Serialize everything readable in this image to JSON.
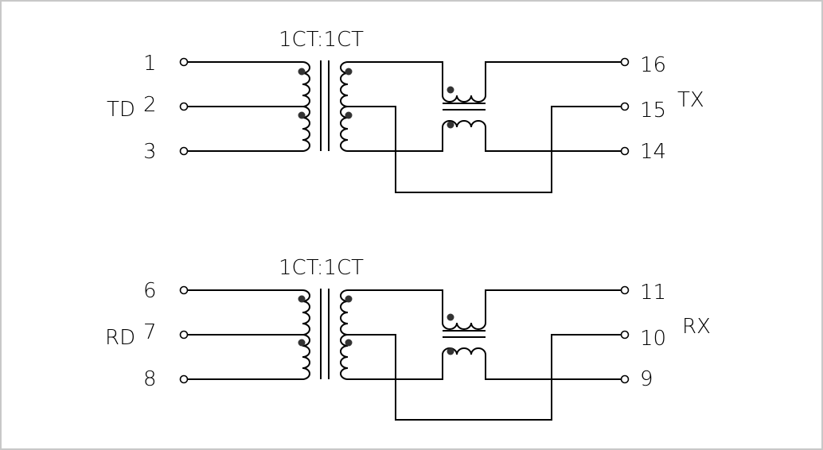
{
  "diagram": {
    "tx": {
      "ratio_label": "1CT:1CT",
      "pins_left": [
        "1",
        "2",
        "3"
      ],
      "pins_right": [
        "16",
        "15",
        "14"
      ],
      "group_left": "TD",
      "group_right": "TX"
    },
    "rx": {
      "ratio_label": "1CT:1CT",
      "pins_left": [
        "6",
        "7",
        "8"
      ],
      "pins_right": [
        "11",
        "10",
        "9"
      ],
      "group_left": "RD",
      "group_right": "RX"
    }
  }
}
